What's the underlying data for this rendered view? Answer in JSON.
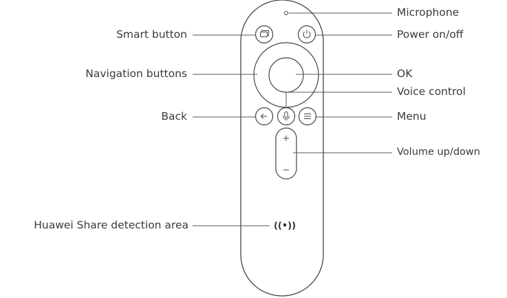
{
  "labels": {
    "microphone": "Microphone",
    "smart_button": "Smart button",
    "power": "Power on/off",
    "navigation": "Navigation buttons",
    "ok": "OK",
    "voice_control": "Voice control",
    "back": "Back",
    "menu": "Menu",
    "volume": "Volume up/down",
    "huawei_share": "Huawei Share detection area"
  },
  "remote_marks": {
    "volume_plus": "+",
    "volume_minus": "−",
    "nfc_symbol": "((•))"
  },
  "colors": {
    "line": "#555555",
    "text": "#3a3a3a",
    "remote_outline": "#444444"
  }
}
